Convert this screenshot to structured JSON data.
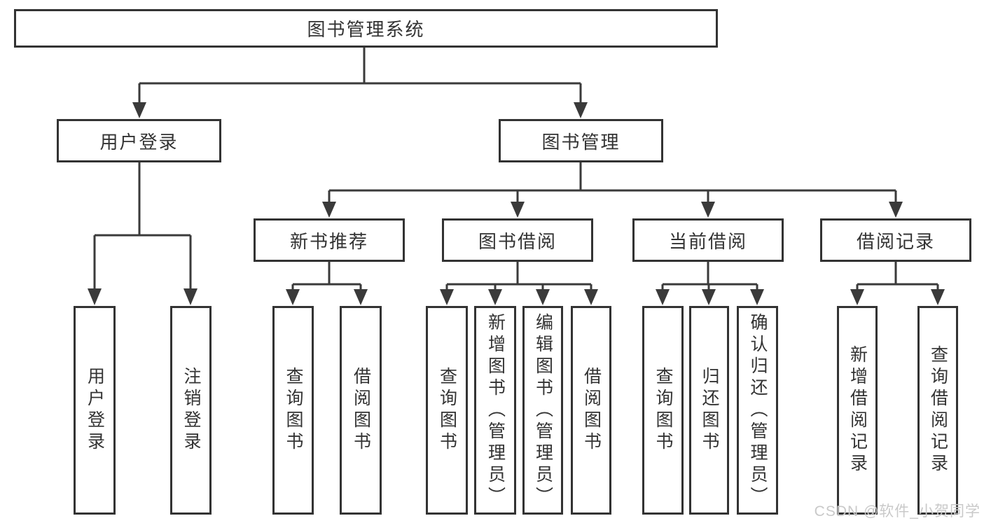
{
  "diagram": {
    "root": {
      "label": "图书管理系统"
    },
    "user_login": {
      "label": "用户登录",
      "children": [
        {
          "label": "用户登录"
        },
        {
          "label": "注销登录"
        }
      ]
    },
    "book_management": {
      "label": "图书管理",
      "modules": [
        {
          "label": "新书推荐",
          "children": [
            {
              "label": "查询图书"
            },
            {
              "label": "借阅图书"
            }
          ]
        },
        {
          "label": "图书借阅",
          "children": [
            {
              "label": "查询图书"
            },
            {
              "label": "新增图书（管理员）"
            },
            {
              "label": "编辑图书（管理员）"
            },
            {
              "label": "借阅图书"
            }
          ]
        },
        {
          "label": "当前借阅",
          "children": [
            {
              "label": "查询图书"
            },
            {
              "label": "归还图书"
            },
            {
              "label": "确认归还（管理员）"
            }
          ]
        },
        {
          "label": "借阅记录",
          "children": [
            {
              "label": "新增借阅记录"
            },
            {
              "label": "查询借阅记录"
            }
          ]
        }
      ]
    }
  },
  "watermark": {
    "text": "CSDN @软件_小贺同学"
  },
  "colors": {
    "line": "#3a3a3a",
    "border": "#333333",
    "text": "#333333",
    "background": "#ffffff",
    "watermark": "#c9c9c9"
  }
}
